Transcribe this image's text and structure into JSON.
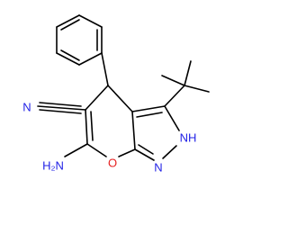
{
  "molecule": {
    "atoms": {
      "nitrile_n": "N",
      "amino": "H₂N",
      "ring_o": "O",
      "pyrazole_nh": "NH",
      "pyrazole_n": "N"
    },
    "colors": {
      "bond": "#000000",
      "nitrogen": "#1f1fe6",
      "oxygen": "#e61f1f"
    }
  }
}
